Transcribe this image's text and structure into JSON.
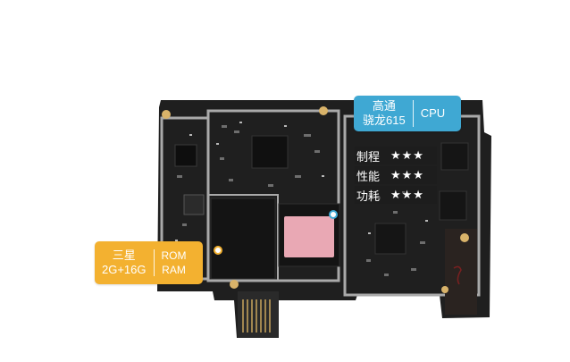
{
  "cpu_callout": {
    "line1": "高通",
    "line2": "骁龙615",
    "tag": "CPU",
    "color": "#3fa8d3"
  },
  "ratings": [
    {
      "label": "制程",
      "stars": "★★★"
    },
    {
      "label": "性能",
      "stars": "★★★"
    },
    {
      "label": "功耗",
      "stars": "★★★"
    }
  ],
  "memory_callout": {
    "brand": "三星",
    "capacity": "2G+16G",
    "tag1": "ROM",
    "tag2": "RAM",
    "color": "#f3b130"
  },
  "board_colors": {
    "pcb": "#1c1c1c",
    "shield": "#9c9c9c",
    "pad": "#d9b36a",
    "thermal_pad": "#e9a8b4"
  }
}
